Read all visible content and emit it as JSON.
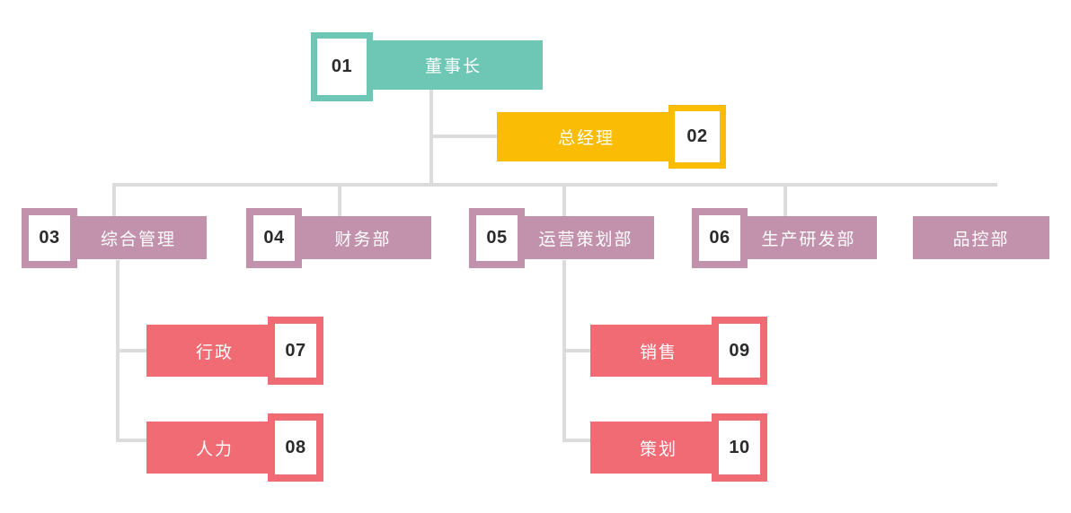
{
  "diagram": {
    "type": "organization-chart",
    "title": "",
    "colors": {
      "chairman": "#6ec6b5",
      "general_manager": "#fbbc05",
      "department": "#c292ad",
      "team": "#f06b74",
      "connector": "#dcdcdc",
      "badge_text": "#2b2b2b",
      "node_text": "#ffffff",
      "background": "#ffffff"
    },
    "nodes": {
      "chairman": {
        "number": "01",
        "label": "董事长"
      },
      "general_manager": {
        "number": "02",
        "label": "总经理"
      },
      "departments": [
        {
          "number": "03",
          "label": "综合管理"
        },
        {
          "number": "04",
          "label": "财务部"
        },
        {
          "number": "05",
          "label": "运营策划部"
        },
        {
          "number": "06",
          "label": "生产研发部"
        },
        {
          "number": "",
          "label": "品控部"
        }
      ],
      "teams_left": [
        {
          "number": "07",
          "label": "行政"
        },
        {
          "number": "08",
          "label": "人力"
        }
      ],
      "teams_right": [
        {
          "number": "09",
          "label": "销售"
        },
        {
          "number": "10",
          "label": "策划"
        }
      ]
    }
  }
}
